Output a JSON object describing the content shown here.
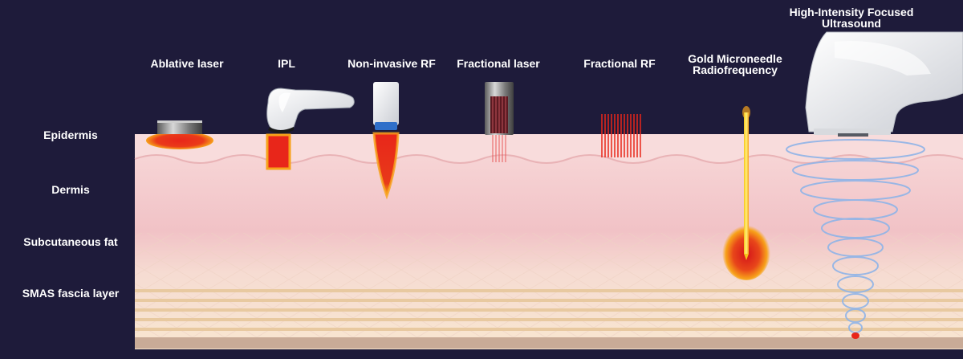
{
  "layers": {
    "epidermis": "Epidermis",
    "dermis": "Dermis",
    "subcutaneous_fat": "Subcutaneous fat",
    "smas": "SMAS fascia layer"
  },
  "treatments": {
    "ablative_laser": "Ablative laser",
    "ipl": "IPL",
    "non_invasive_rf": "Non-invasive RF",
    "fractional_laser": "Fractional laser",
    "fractional_rf": "Fractional RF",
    "gold_microneedle_rf": {
      "line1": "Gold Microneedle",
      "line2": "Radiofrequency"
    },
    "hifu": {
      "line1": "High-Intensity Focused",
      "line2": "Ultrasound"
    }
  },
  "colors": {
    "background": "#1e1b3a",
    "epidermis": "#f6d7d7",
    "dermis": "#f0c0c4",
    "fat": "#f7e4d2",
    "heat": "#e8261a",
    "heat_glow": "#f7a21a",
    "ultrasound_ring": "#8fb4e8"
  }
}
